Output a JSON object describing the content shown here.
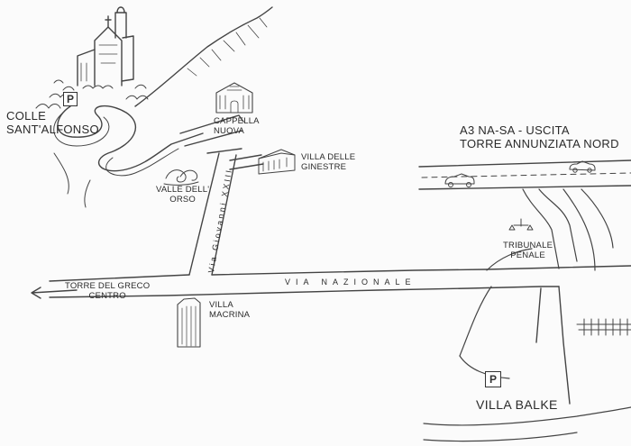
{
  "map": {
    "places": {
      "colle_sant_alfonso": [
        "COLLE",
        "SANT'ALFONSO"
      ],
      "cappella_nuova": [
        "CAPPELLA",
        "NUOVA"
      ],
      "villa_delle_ginestre": [
        "VILLA DELLE",
        "GINESTRE"
      ],
      "valle_dell_orso": [
        "VALLE DELL'",
        "ORSO"
      ],
      "villa_macrina": [
        "VILLA",
        "MACRINA"
      ],
      "tribunale_penale": [
        "TRIBUNALE",
        "PENALE"
      ],
      "villa_balke": "VILLA BALKE"
    },
    "roads": {
      "via_nazionale": "VIA NAZIONALE",
      "via_giovanni": "Via Giovanni XXIII"
    },
    "directions": {
      "motorway_exit": [
        "A3 NA-SA - USCITA",
        "TORRE ANNUNZIATA NORD"
      ],
      "torre_del_greco": [
        "TORRE DEL GRECO",
        "CENTRO"
      ]
    },
    "parking_symbol": "P",
    "stroke_color": "#444444",
    "background_color": "#fbfbfb"
  }
}
